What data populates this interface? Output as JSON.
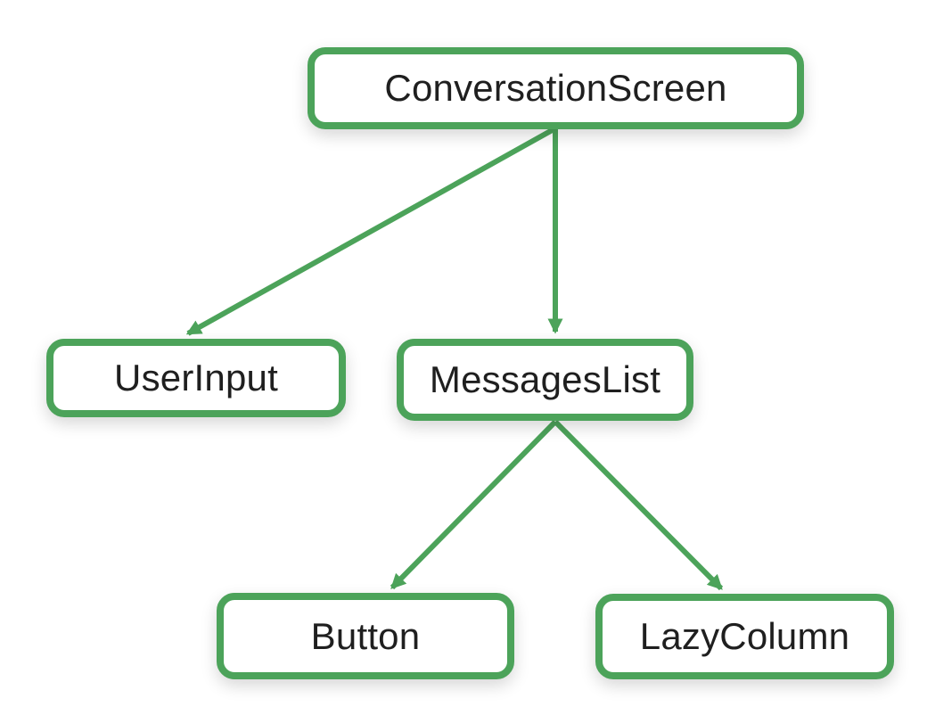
{
  "diagram": {
    "type": "tree",
    "accent_color": "#4CA35A",
    "text_color": "#1f1f1f",
    "background_color": "#ffffff",
    "nodes": [
      {
        "id": "conversation-screen",
        "label": "ConversationScreen"
      },
      {
        "id": "user-input",
        "label": "UserInput"
      },
      {
        "id": "messages-list",
        "label": "MessagesList"
      },
      {
        "id": "button",
        "label": "Button"
      },
      {
        "id": "lazy-column",
        "label": "LazyColumn"
      }
    ],
    "edges": [
      {
        "from": "conversation-screen",
        "to": "user-input"
      },
      {
        "from": "conversation-screen",
        "to": "messages-list"
      },
      {
        "from": "messages-list",
        "to": "button"
      },
      {
        "from": "messages-list",
        "to": "lazy-column"
      }
    ]
  }
}
